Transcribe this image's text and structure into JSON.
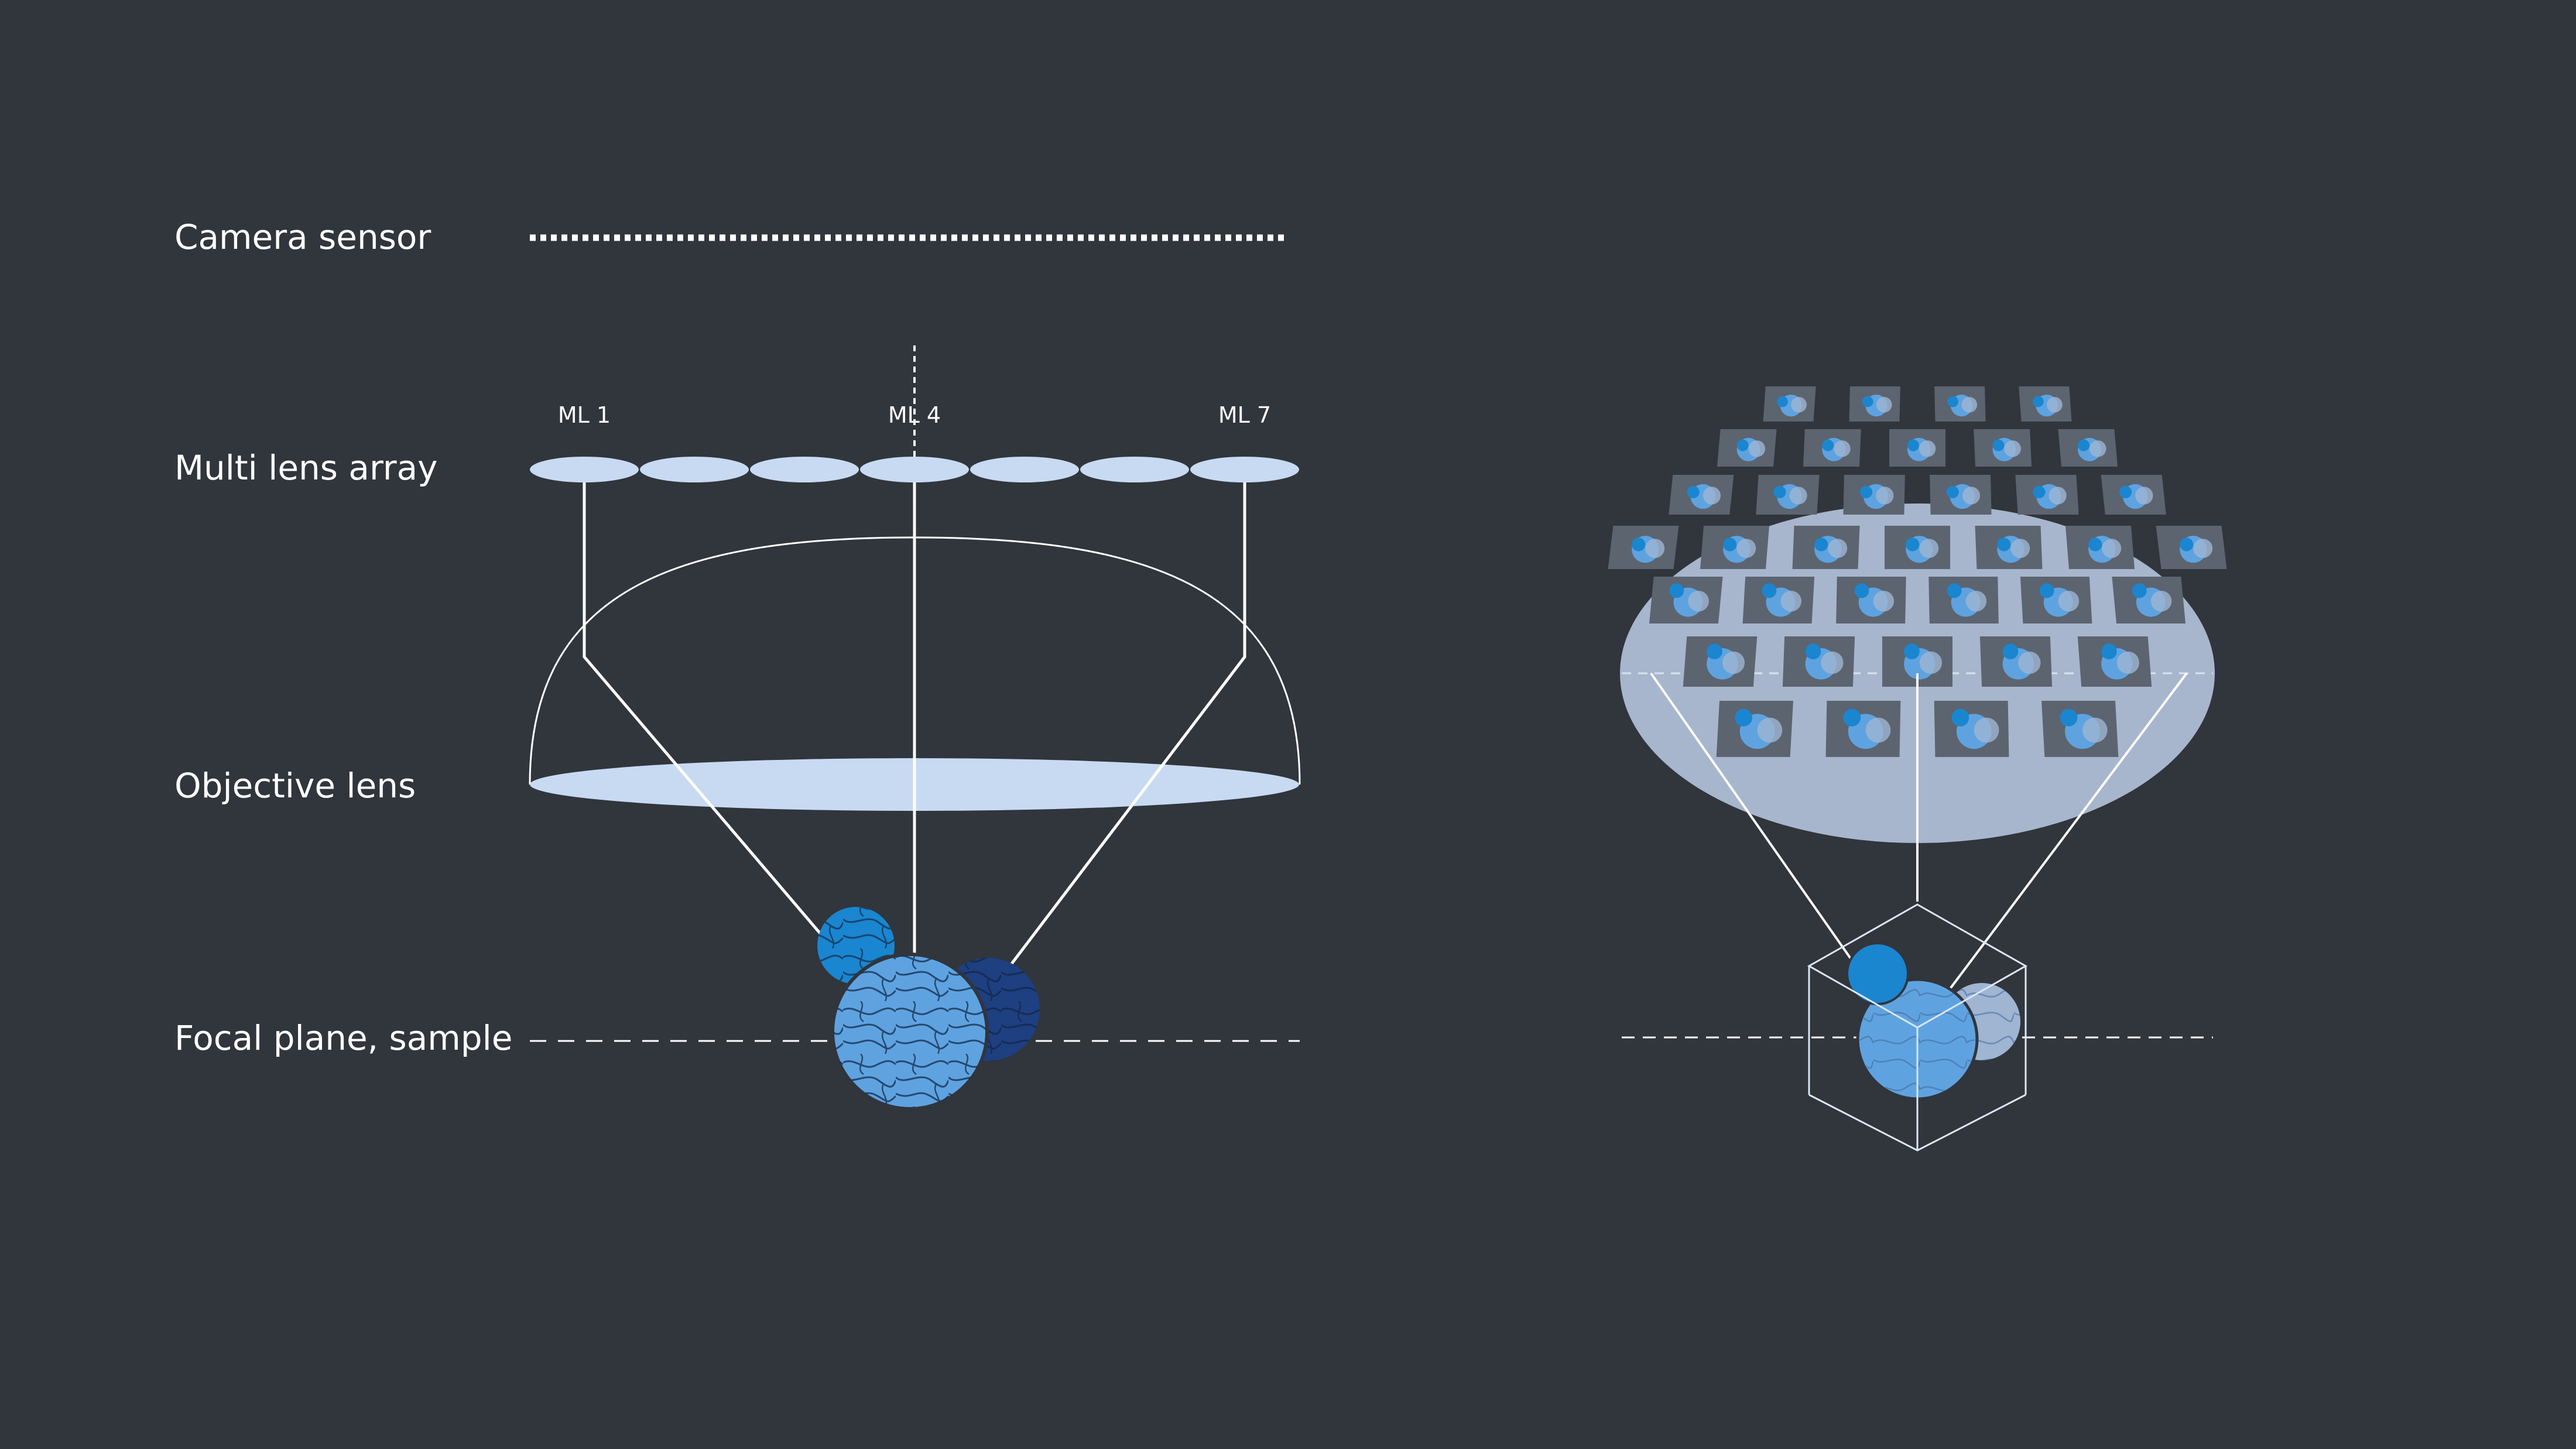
{
  "labels": {
    "camera_sensor": "Camera sensor",
    "multi_lens_array": "Multi lens array",
    "objective_lens": "Objective lens",
    "focal_plane": "Focal plane, sample"
  },
  "microlens_labels": {
    "first": "ML 1",
    "center": "ML 4",
    "last": "ML 7"
  },
  "colors": {
    "background": "#31353c",
    "lens_fill": "#c7daf2",
    "line": "#ffffff",
    "sphere_large": "#5ea3e0",
    "sphere_small": "#1a86d0",
    "sphere_dark": "#1e3f80",
    "sphere_grey": "#9fb5d2",
    "image_field": "#a7b6cc",
    "tile": "#5c6470"
  },
  "microlens_count": 7
}
